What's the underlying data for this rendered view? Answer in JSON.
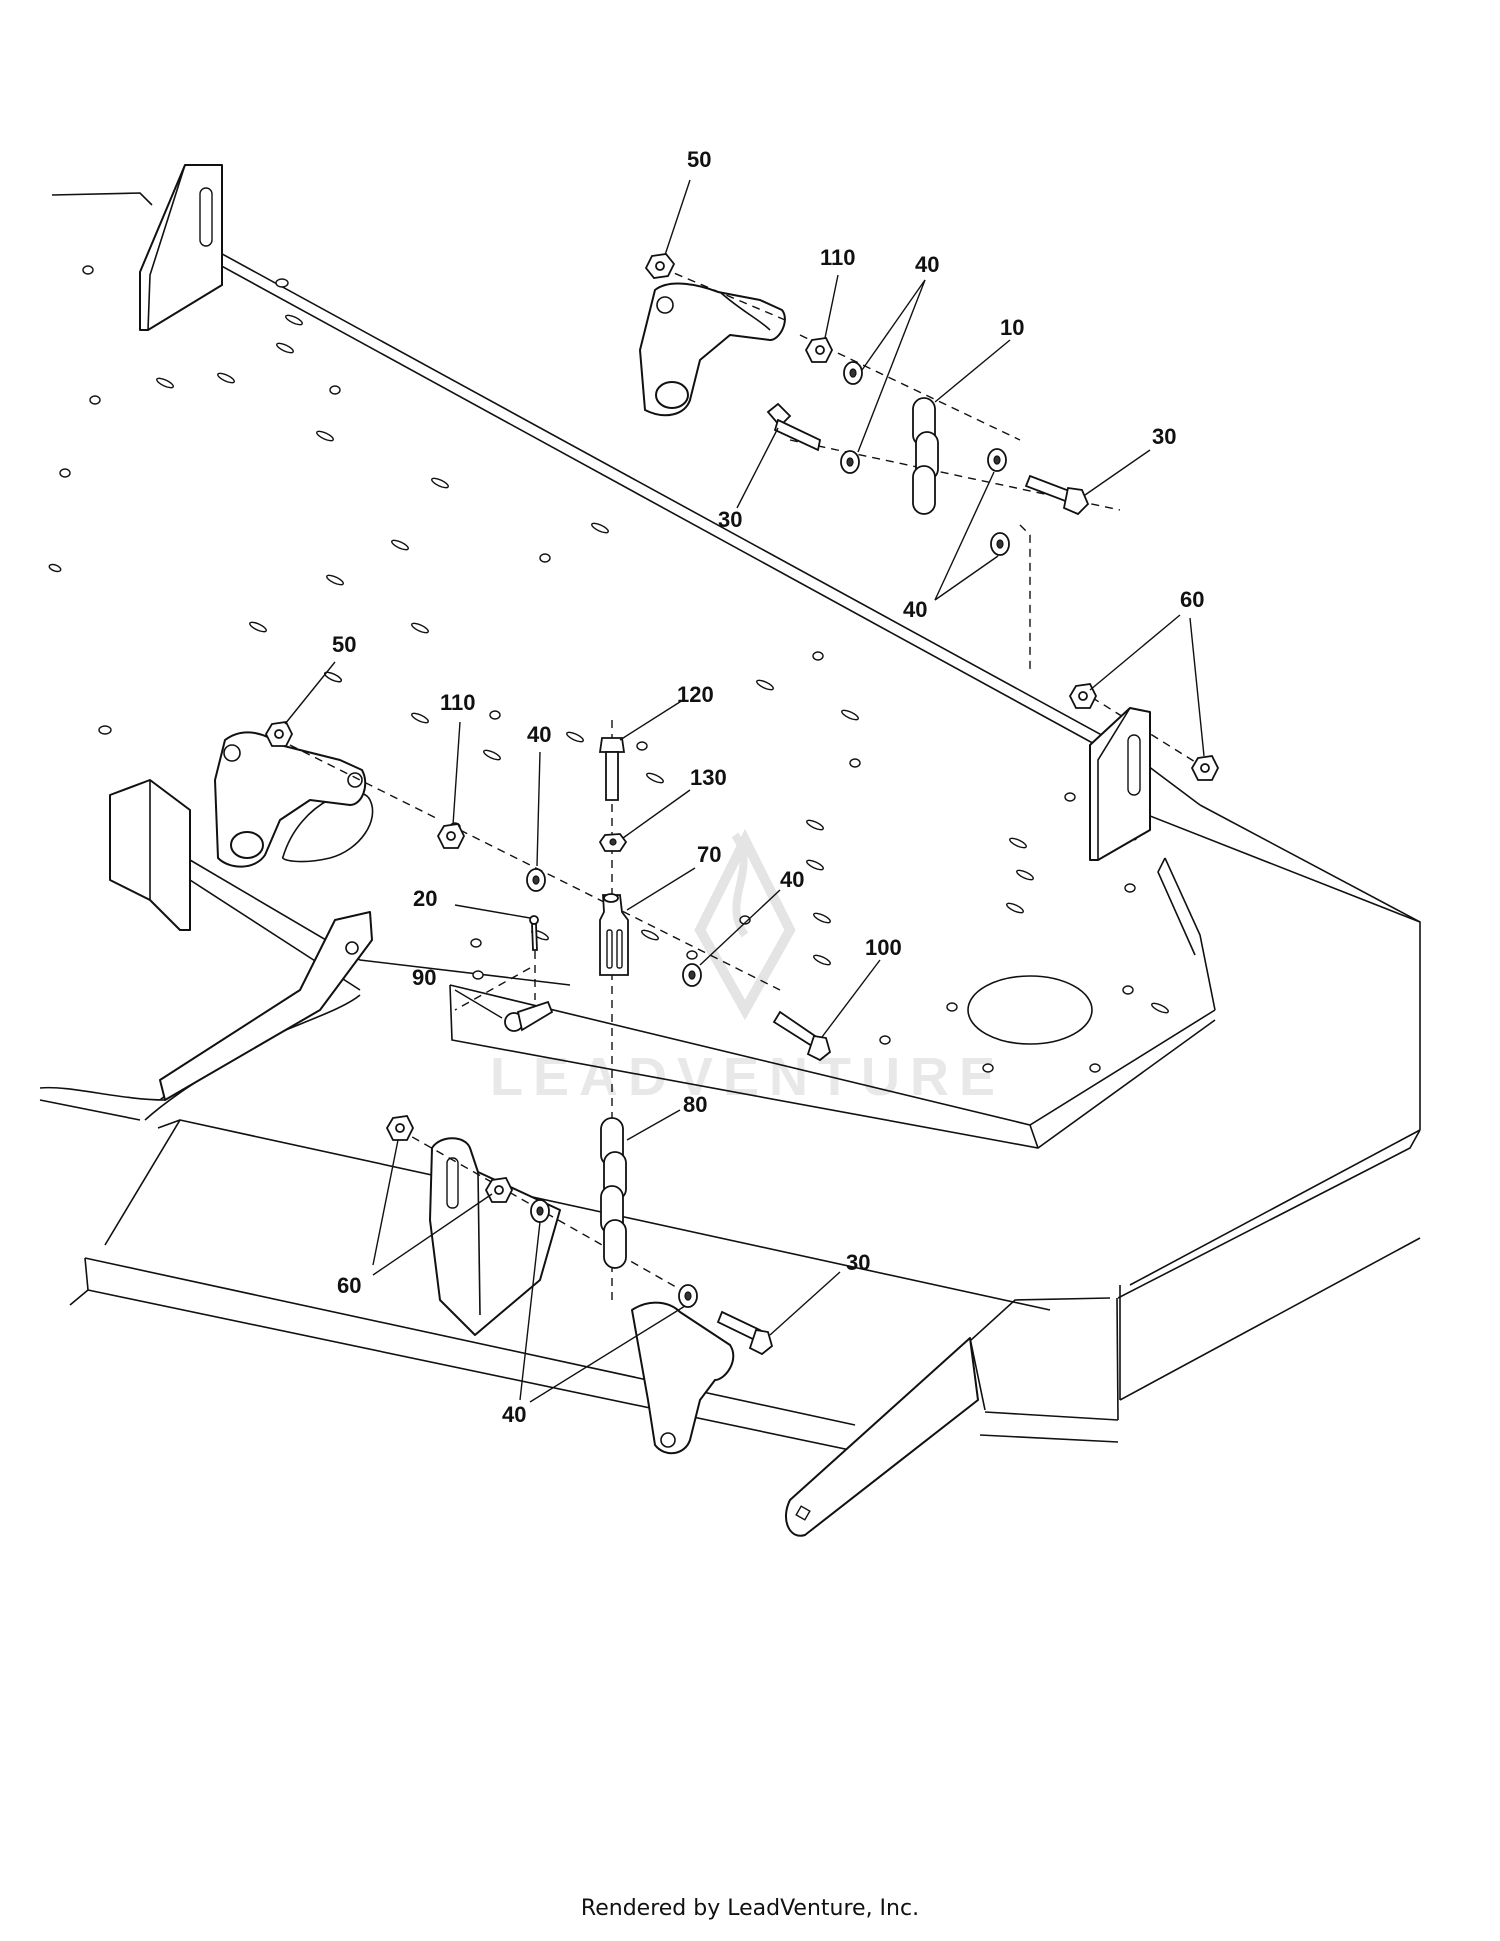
{
  "diagram": {
    "callouts": [
      {
        "id": "c50a",
        "text": "50"
      },
      {
        "id": "c110a",
        "text": "110"
      },
      {
        "id": "c40a",
        "text": "40"
      },
      {
        "id": "c10",
        "text": "10"
      },
      {
        "id": "c30a",
        "text": "30"
      },
      {
        "id": "c30b",
        "text": "30"
      },
      {
        "id": "c40b",
        "text": "40"
      },
      {
        "id": "c60a",
        "text": "60"
      },
      {
        "id": "c50b",
        "text": "50"
      },
      {
        "id": "c110b",
        "text": "110"
      },
      {
        "id": "c40c",
        "text": "40"
      },
      {
        "id": "c120",
        "text": "120"
      },
      {
        "id": "c130",
        "text": "130"
      },
      {
        "id": "c70",
        "text": "70"
      },
      {
        "id": "c40d",
        "text": "40"
      },
      {
        "id": "c20",
        "text": "20"
      },
      {
        "id": "c100",
        "text": "100"
      },
      {
        "id": "c90",
        "text": "90"
      },
      {
        "id": "c80",
        "text": "80"
      },
      {
        "id": "c30c",
        "text": "30"
      },
      {
        "id": "c60b",
        "text": "60"
      },
      {
        "id": "c40e",
        "text": "40"
      }
    ],
    "watermark": "LEADVENTURE"
  },
  "footer": {
    "text": "Rendered by LeadVenture, Inc."
  }
}
